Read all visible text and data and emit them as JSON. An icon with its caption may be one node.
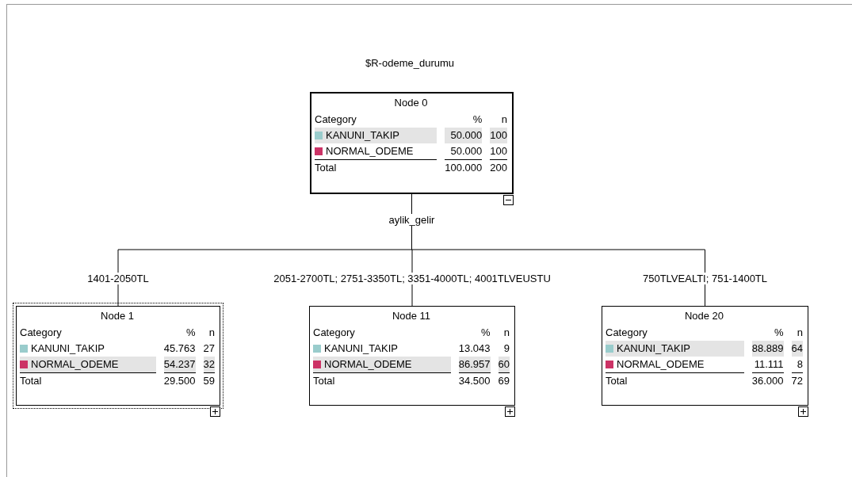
{
  "diagram": {
    "title": "$R-odeme_durumu",
    "nodes": [
      {
        "text": [
          "Node 0",
          "Category",
          "%",
          "n",
          "KANUNI_TAKIP",
          "50.000",
          "100",
          "NORMAL_ODEME",
          "50.000",
          "100",
          "Total",
          "100.000",
          "200"
        ]
      },
      {
        "text": [
          "Node 1",
          "Category",
          "%",
          "n",
          "KANUNI_TAKIP",
          "45.763",
          "27",
          "NORMAL_ODEME",
          "54.237",
          "32",
          "Total",
          "29.500",
          "59"
        ]
      },
      {
        "text": [
          "Node 11",
          "Category",
          "%",
          "n",
          "KANUNI_TAKIP",
          "13.043",
          "9",
          "NORMAL_ODEME",
          "86.957",
          "60",
          "Total",
          "34.500",
          "69"
        ]
      },
      {
        "text": [
          "Node 20",
          "Category",
          "%",
          "n",
          "KANUNI_TAKIP",
          "88.889",
          "64",
          "NORMAL_ODEME",
          "11.111",
          "8",
          "Total",
          "36.000",
          "72"
        ]
      }
    ],
    "edges": [
      {
        "from": 0,
        "to": 1,
        "arrow": "none",
        "label": "1401-2050TL"
      },
      {
        "from": 0,
        "to": 2,
        "arrow": "none",
        "label": "2051-2700TL; 2751-3350TL; 3351-4000TL; 4001TLVEUSTU"
      },
      {
        "from": 0,
        "to": 3,
        "arrow": "none",
        "label": "750TLVEALTI; 751-1400TL"
      }
    ],
    "labels": [
      "aylik_gelir"
    ]
  }
}
